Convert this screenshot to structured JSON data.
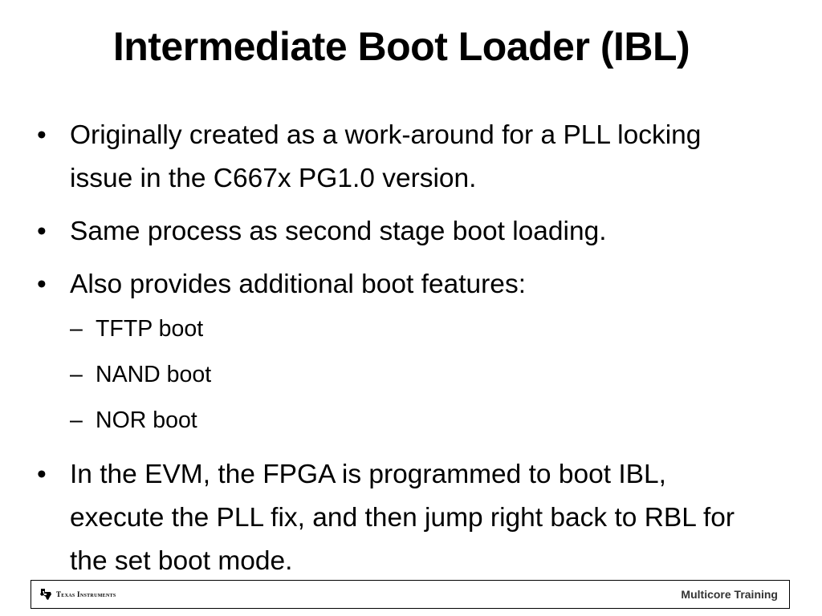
{
  "slide": {
    "title": "Intermediate Boot Loader (IBL)",
    "bullet_symbol": "•",
    "sub_symbol": "–",
    "bullets": [
      "Originally created as a work-around for a PLL locking issue in the C667x PG1.0 version.",
      "Same process as second stage boot loading.",
      "Also provides additional boot features:"
    ],
    "subitems": [
      "TFTP boot",
      "NAND boot",
      "NOR boot"
    ],
    "last_bullet": "In the EVM, the FPGA is programmed to boot IBL, execute the PLL fix, and then jump right back to RBL for the set boot mode."
  },
  "footer": {
    "company": "Texas Instruments",
    "logo_icon": "texas-state-icon",
    "training": "Multicore Training"
  }
}
